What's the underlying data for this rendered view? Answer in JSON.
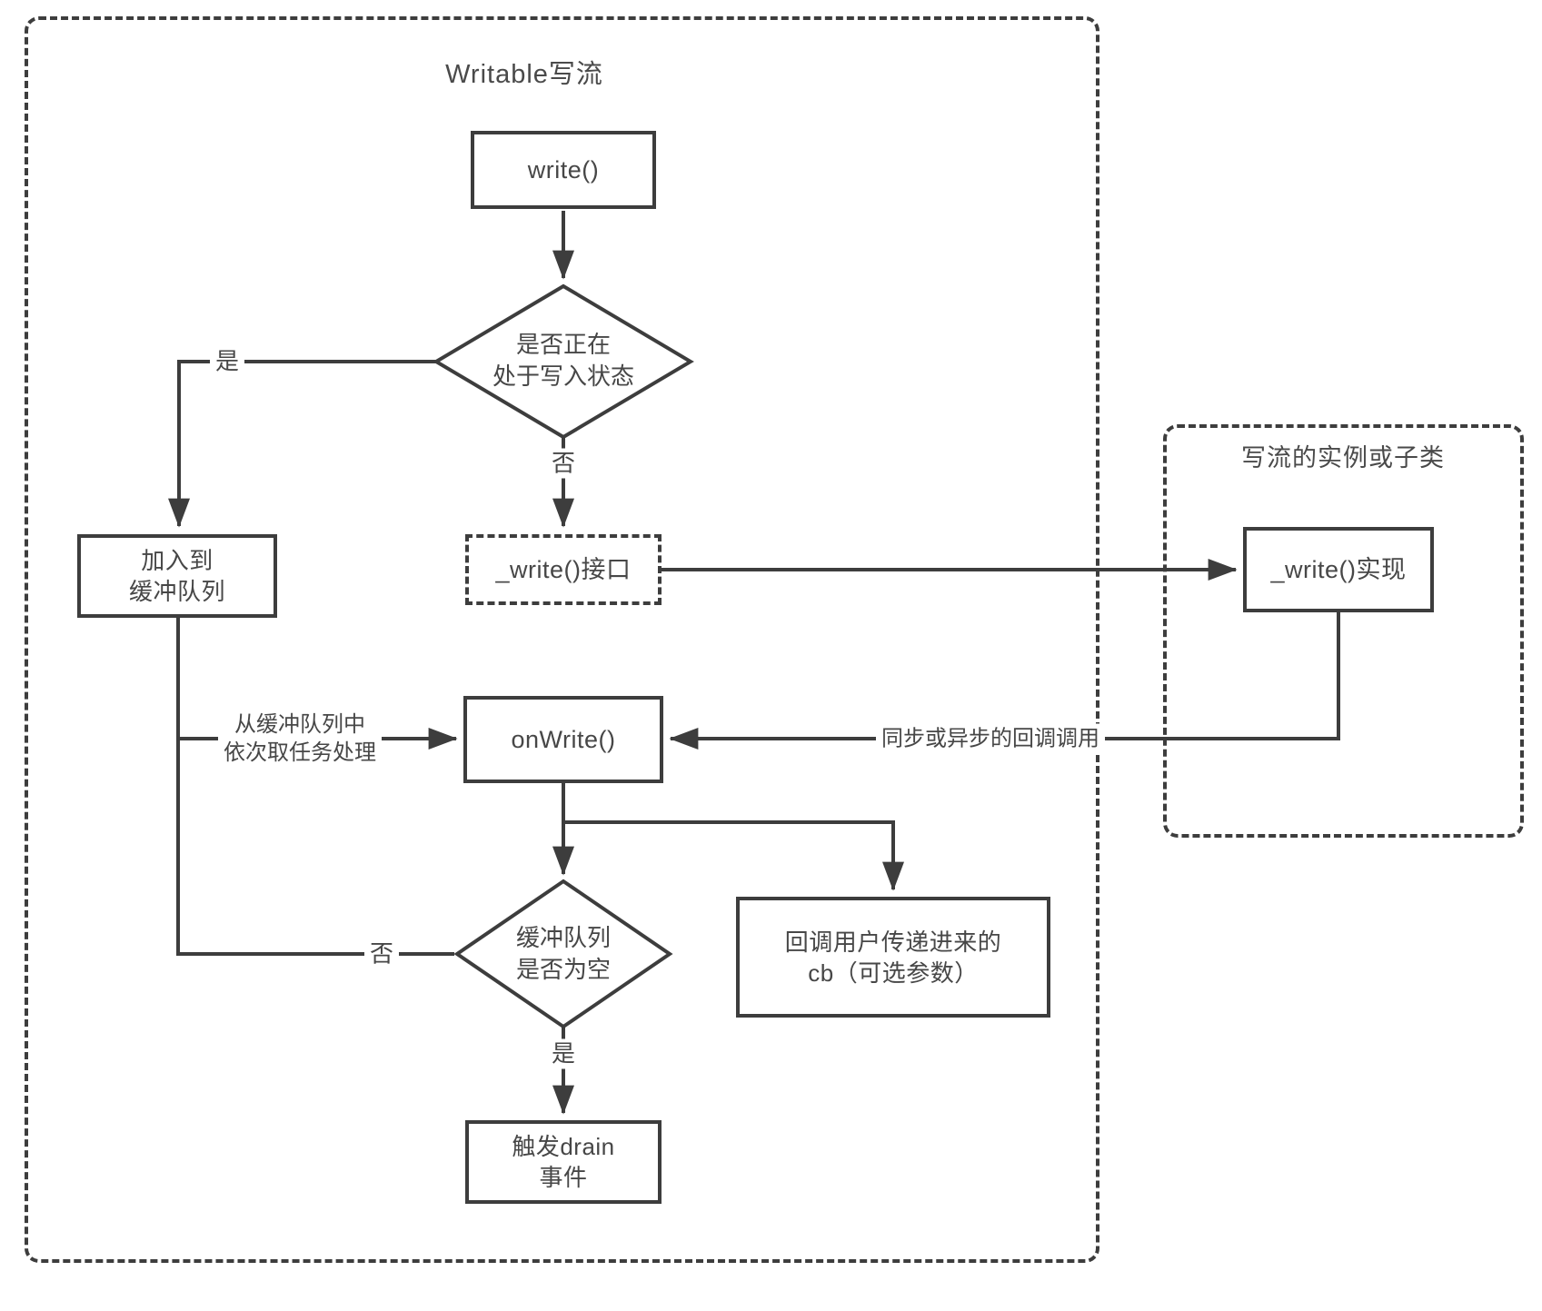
{
  "diagram": {
    "outer_container": {
      "title": "Writable写流"
    },
    "right_container": {
      "title": "写流的实例或子类"
    },
    "nodes": {
      "write": {
        "label": "write()"
      },
      "is_writing": {
        "line1": "是否正在",
        "line2": "处于写入状态"
      },
      "buffer_queue": {
        "line1": "加入到",
        "line2": "缓冲队列"
      },
      "write_interface": {
        "label": "_write()接口"
      },
      "write_impl": {
        "label": "_write()实现"
      },
      "on_write": {
        "label": "onWrite()"
      },
      "callback_cb": {
        "line1": "回调用户传递进来的",
        "line2": "cb（可选参数）"
      },
      "queue_empty": {
        "line1": "缓冲队列",
        "line2": "是否为空"
      },
      "drain_event": {
        "line1": "触发drain",
        "line2": "事件"
      }
    },
    "edge_labels": {
      "yes_top": "是",
      "no_top": "否",
      "no_bottom": "否",
      "yes_bottom": "是",
      "take_tasks_line1": "从缓冲队列中",
      "take_tasks_line2": "依次取任务处理",
      "callback_call": "同步或异步的回调调用"
    },
    "colors": {
      "line": "#3d3d3d",
      "text": "#474747",
      "background": "#ffffff"
    }
  }
}
